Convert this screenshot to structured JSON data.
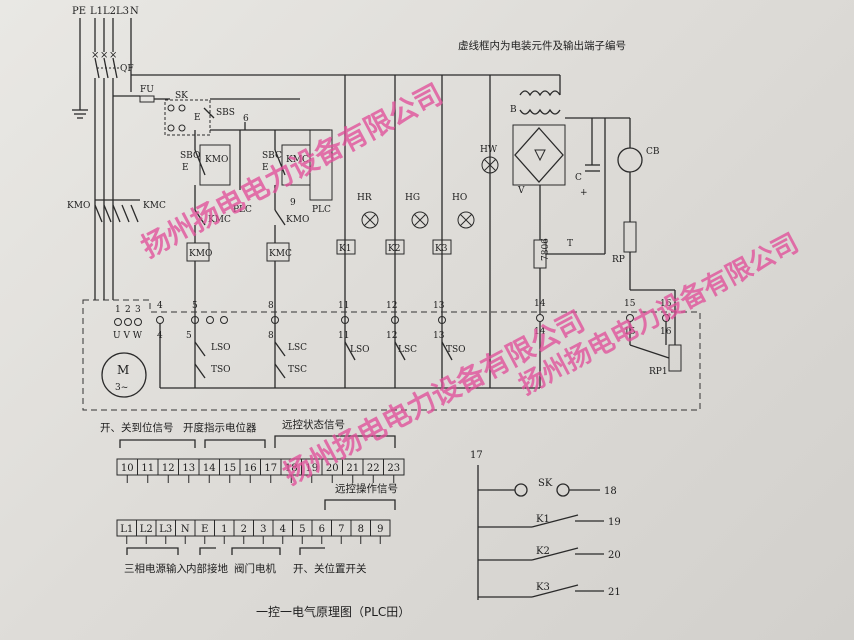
{
  "header": {
    "note": "虚线框内为电装元件及输出端子编号"
  },
  "power": {
    "pe": "PE",
    "l1l2l3": "L1L2L3",
    "n": "N",
    "qf": "QF",
    "fu": "FU",
    "sk": "SK",
    "sbs": "SBS",
    "kmo": "KMO",
    "kmc": "KMC"
  },
  "motor": {
    "terminals": [
      "1",
      "2",
      "3"
    ],
    "phases": "U V W",
    "symbol": "M",
    "sub": "3~"
  },
  "control": {
    "sbo": "SBO",
    "sbc": "SBC",
    "e": "E",
    "plc": "PLC",
    "n6": "6",
    "n9": "9",
    "kmo": "KMO",
    "kmc": "KMC",
    "coil_kmo": "KMO",
    "coil_kmc": "KMC",
    "n4": "4",
    "n5": "5",
    "n8": "8",
    "lso": "LSO",
    "tso": "TSO",
    "lsc": "LSC",
    "tsc": "TSC"
  },
  "relays": {
    "hr": "HR",
    "hg": "HG",
    "ho": "HO",
    "hw": "HW",
    "k1": "K1",
    "k2": "K2",
    "k3": "K3",
    "n11": "11",
    "n12": "12",
    "n13": "13",
    "lso": "LSO",
    "lsc": "LSC",
    "tso": "TSO"
  },
  "feedback": {
    "b": "B",
    "v": "V",
    "c": "C",
    "cb": "CB",
    "t": "T",
    "reg": "7806",
    "rp": "RP",
    "rp1": "RP1",
    "n14": "14",
    "n15": "15",
    "n16": "16",
    "plus": "+"
  },
  "terminal_strip_top": {
    "label_pos": "开、关到位信号",
    "label_pot": "开度指示电位器",
    "label_remote": "远控状态信号",
    "cells": [
      "10",
      "11",
      "12",
      "13",
      "14",
      "15",
      "16",
      "17",
      "18",
      "19",
      "20",
      "21",
      "22",
      "23"
    ]
  },
  "terminal_strip_bottom": {
    "label_remote_op": "远控操作信号",
    "cells": [
      "L1",
      "L2",
      "L3",
      "N",
      "E",
      "1",
      "2",
      "3",
      "4",
      "5",
      "6",
      "7",
      "8",
      "9"
    ],
    "label_power": "三相电源输入",
    "label_ground": "内部接地",
    "label_motor": "阀门电机",
    "label_switch": "开、关位置开关"
  },
  "remote_detail": {
    "n17": "17",
    "sk": "SK",
    "k1": "K1",
    "k2": "K2",
    "k3": "K3",
    "n18": "18",
    "n19": "19",
    "n20": "20",
    "n21": "21"
  },
  "footer": {
    "title": "一控一电气原理图（PLC田）"
  },
  "watermarks": [
    "扬州扬电电力设备有限公司",
    "扬州扬电电力设备有限公司",
    "扬州扬电电力设备有限公司"
  ],
  "colors": {
    "ink": "#2a2a2a",
    "watermark": "#e0509a",
    "paper": "#e4e2de"
  }
}
